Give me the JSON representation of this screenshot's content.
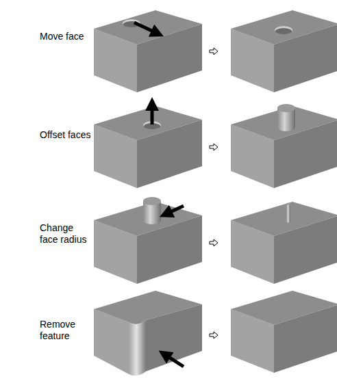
{
  "diagram": {
    "labels": [
      "Move face",
      "Offset faces",
      "Change face radius",
      "Remove feature"
    ]
  }
}
